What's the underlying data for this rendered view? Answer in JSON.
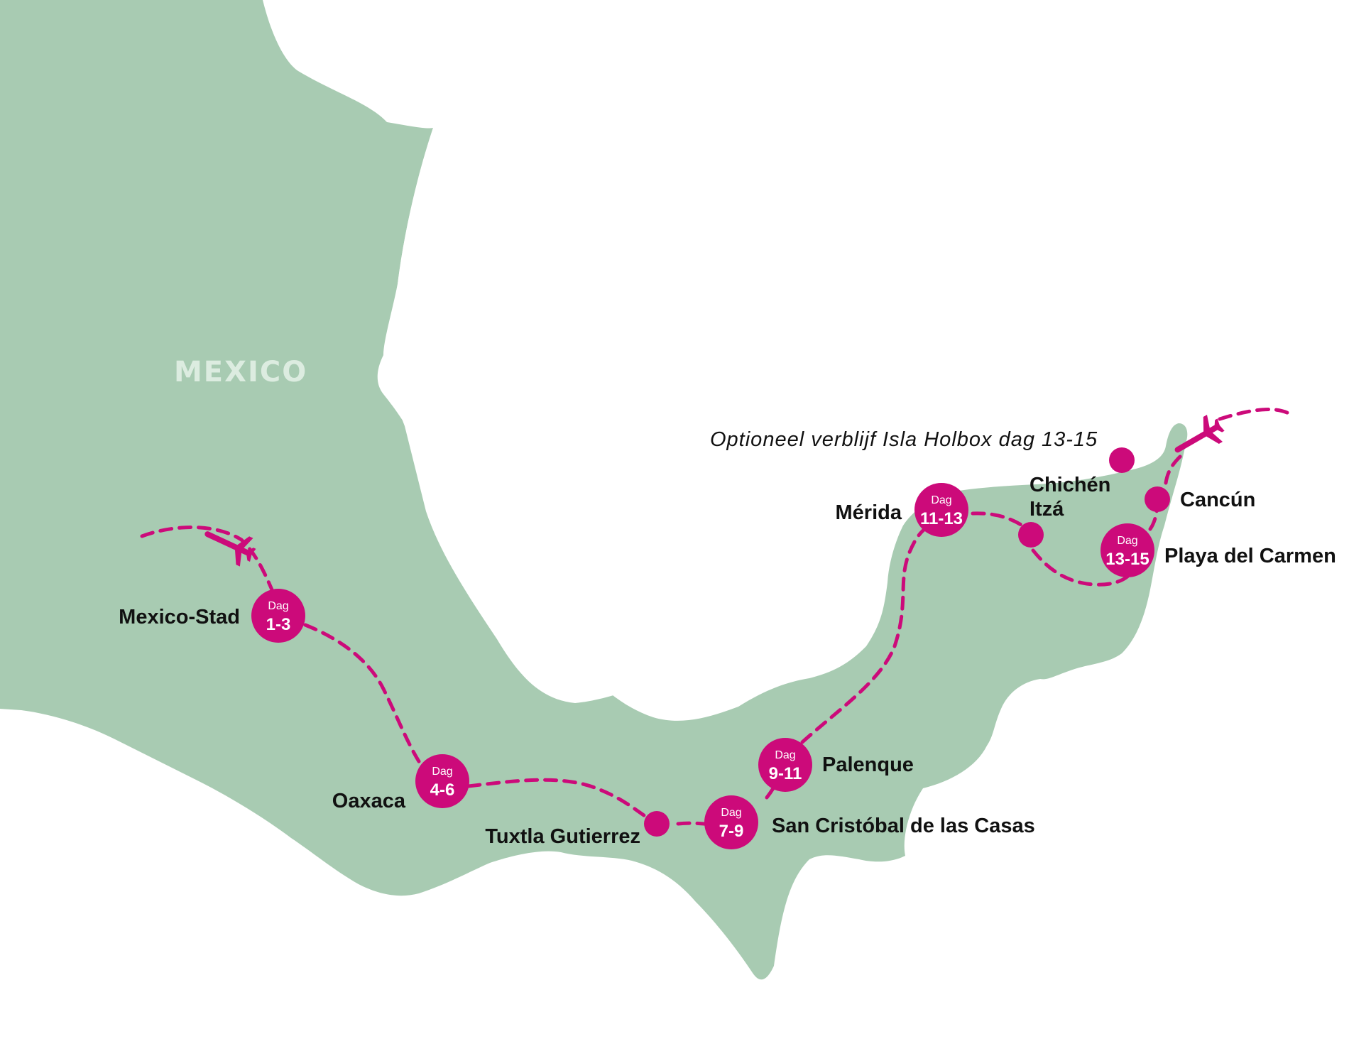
{
  "colors": {
    "land": "#a8cbb2",
    "route": "#cc0a7a",
    "water": "#ffffff",
    "country_label": "#dcece0"
  },
  "country": {
    "name": "MEXICO"
  },
  "stops": [
    {
      "id": "mexico-stad",
      "name": "Mexico-Stad",
      "badge_top": "Dag",
      "badge_days": "1-3"
    },
    {
      "id": "oaxaca",
      "name": "Oaxaca",
      "badge_top": "Dag",
      "badge_days": "4-6"
    },
    {
      "id": "tuxtla",
      "name": "Tuxtla Gutierrez"
    },
    {
      "id": "san-cristobal",
      "name": "San Cristóbal de las Casas",
      "badge_top": "Dag",
      "badge_days": "7-9"
    },
    {
      "id": "palenque",
      "name": "Palenque",
      "badge_top": "Dag",
      "badge_days": "9-11"
    },
    {
      "id": "merida",
      "name": "Mérida",
      "badge_top": "Dag",
      "badge_days": "11-13"
    },
    {
      "id": "chichen-itza",
      "name_line1": "Chichén",
      "name_line2": "Itzá"
    },
    {
      "id": "cancun",
      "name": "Cancún"
    },
    {
      "id": "playa-del-carmen",
      "name": "Playa del Carmen",
      "badge_top": "Dag",
      "badge_days": "13-15"
    },
    {
      "id": "isla-holbox",
      "note": "Optioneel verblijf Isla Holbox dag 13-15"
    }
  ],
  "icons": {
    "arrival": "airplane-icon",
    "departure": "airplane-icon"
  }
}
